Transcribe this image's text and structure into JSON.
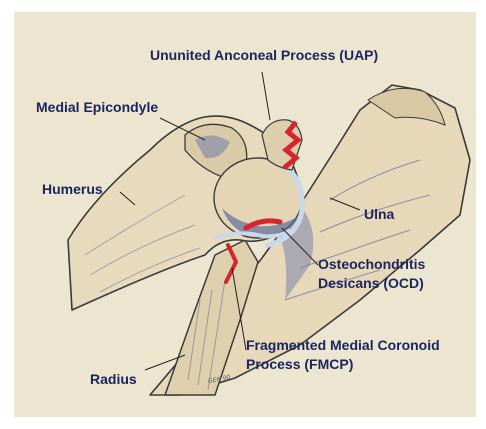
{
  "figure": {
    "background_color": "#ece5cf",
    "bone_color": "#e6d8b8",
    "shadow_color": "#5e6a9a",
    "cartilage_color": "#c9d8ec",
    "lesion_color": "#d6262b",
    "label_color": "#1b2560"
  },
  "labels": {
    "uap": "Ununited Anconeal Process (UAP)",
    "medial_epicondyle": "Medial Epicondyle",
    "humerus": "Humerus",
    "ulna": "Ulna",
    "ocd_line1": "Osteochondritis",
    "ocd_line2": "Desicans (OCD)",
    "fmcp_line1": "Fragmented Medial Coronoid",
    "fmcp_line2": "Process (FMCP)",
    "radius": "Radius"
  },
  "artist_signature": "GEN 90"
}
